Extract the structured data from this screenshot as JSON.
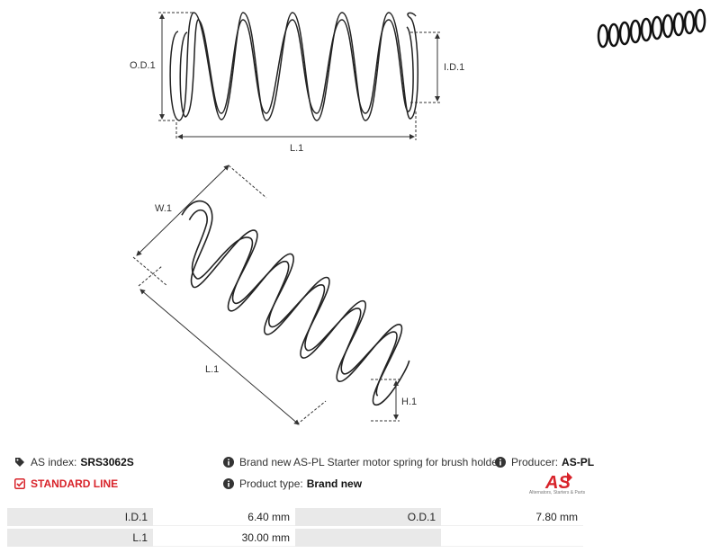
{
  "diagram": {
    "top_labels": {
      "od": "O.D.1",
      "id": "I.D.1",
      "l": "L.1"
    },
    "bottom_labels": {
      "w": "W.1",
      "l": "L.1",
      "h": "H.1"
    }
  },
  "product": {
    "as_index_label": "AS index:",
    "as_index_value": "SRS3062S",
    "description": "Brand new AS-PL Starter motor spring for brush holder",
    "producer_label": "Producer:",
    "producer_value": "AS-PL",
    "standard_line": "STANDARD LINE",
    "product_type_label": "Product type:",
    "product_type_value": "Brand new",
    "logo_caption": "Alternators, Starters & Parts"
  },
  "specs": [
    {
      "k1": "I.D.1",
      "v1": "6.40 mm",
      "k2": "O.D.1",
      "v2": "7.80 mm"
    },
    {
      "k1": "L.1",
      "v1": "30.00 mm",
      "k2": "",
      "v2": ""
    }
  ],
  "colors": {
    "accent": "#d8232a",
    "row_bg": "#e9e9e9"
  }
}
